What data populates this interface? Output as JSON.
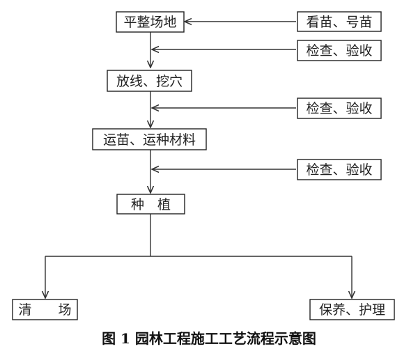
{
  "diagram": {
    "nodes": [
      {
        "id": "n1",
        "label": "平整场地"
      },
      {
        "id": "n2",
        "label": "放线、挖穴"
      },
      {
        "id": "n3",
        "label": "运苗、运种材料"
      },
      {
        "id": "n4",
        "label": "种　植"
      },
      {
        "id": "n5",
        "label": "清　　场"
      },
      {
        "id": "n6",
        "label": "保养、护理"
      },
      {
        "id": "s1",
        "label": "看苗、号苗"
      },
      {
        "id": "s2",
        "label": "检查、验收"
      },
      {
        "id": "s3",
        "label": "检查、验收"
      },
      {
        "id": "s4",
        "label": "检查、验收"
      }
    ],
    "edges": [
      {
        "from": "s1",
        "to": "n1"
      },
      {
        "from": "n1",
        "to": "n2"
      },
      {
        "from": "s2",
        "to": "n1-n2"
      },
      {
        "from": "n2",
        "to": "n3"
      },
      {
        "from": "s3",
        "to": "n2-n3"
      },
      {
        "from": "n3",
        "to": "n4"
      },
      {
        "from": "s4",
        "to": "n3-n4"
      },
      {
        "from": "n4",
        "to": "n5"
      },
      {
        "from": "n4",
        "to": "n6"
      }
    ]
  },
  "caption": {
    "prefix": "图 1",
    "text": "园林工程施工工艺流程示意图"
  }
}
